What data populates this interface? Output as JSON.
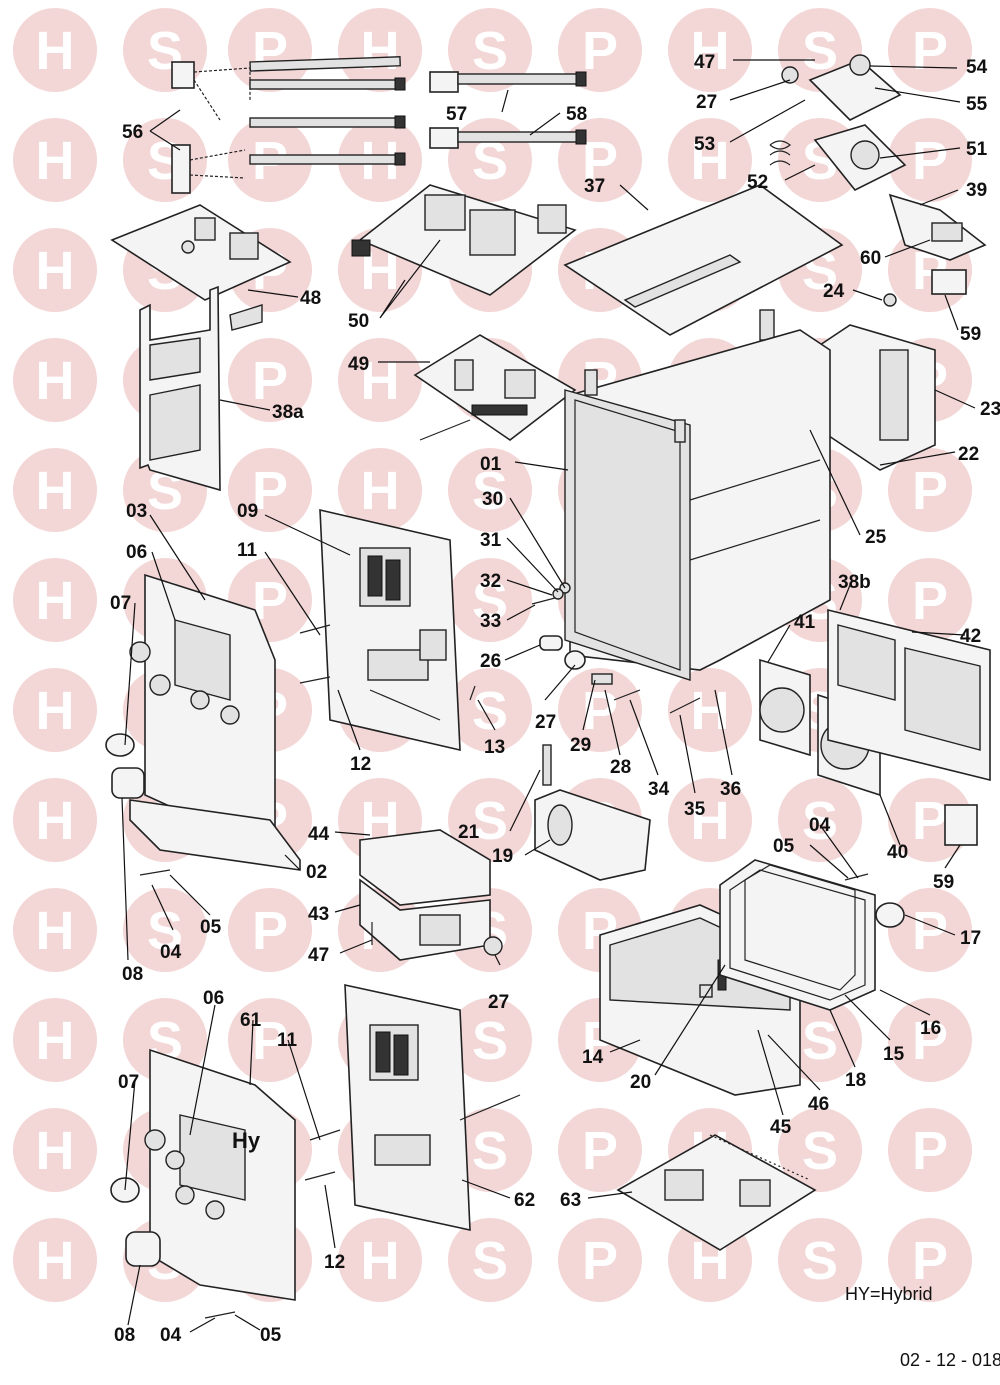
{
  "watermark": {
    "letters": [
      "H",
      "S",
      "P"
    ],
    "color": "#e9b4b4"
  },
  "callouts": [
    {
      "id": "56",
      "label": "56"
    },
    {
      "id": "57",
      "label": "57"
    },
    {
      "id": "58",
      "label": "58"
    },
    {
      "id": "47a",
      "label": "47"
    },
    {
      "id": "54",
      "label": "54"
    },
    {
      "id": "27a",
      "label": "27"
    },
    {
      "id": "55",
      "label": "55"
    },
    {
      "id": "53",
      "label": "53"
    },
    {
      "id": "51",
      "label": "51"
    },
    {
      "id": "37",
      "label": "37"
    },
    {
      "id": "52",
      "label": "52"
    },
    {
      "id": "39",
      "label": "39"
    },
    {
      "id": "48",
      "label": "48"
    },
    {
      "id": "60",
      "label": "60"
    },
    {
      "id": "50",
      "label": "50"
    },
    {
      "id": "24",
      "label": "24"
    },
    {
      "id": "59a",
      "label": "59"
    },
    {
      "id": "49",
      "label": "49"
    },
    {
      "id": "38a",
      "label": "38a"
    },
    {
      "id": "23",
      "label": "23"
    },
    {
      "id": "01",
      "label": "01"
    },
    {
      "id": "22",
      "label": "22"
    },
    {
      "id": "03",
      "label": "03"
    },
    {
      "id": "09",
      "label": "09"
    },
    {
      "id": "30",
      "label": "30"
    },
    {
      "id": "25",
      "label": "25"
    },
    {
      "id": "11a",
      "label": "11"
    },
    {
      "id": "31",
      "label": "31"
    },
    {
      "id": "06a",
      "label": "06"
    },
    {
      "id": "38b",
      "label": "38b"
    },
    {
      "id": "07a",
      "label": "07"
    },
    {
      "id": "32",
      "label": "32"
    },
    {
      "id": "41",
      "label": "41"
    },
    {
      "id": "33",
      "label": "33"
    },
    {
      "id": "42",
      "label": "42"
    },
    {
      "id": "26",
      "label": "26"
    },
    {
      "id": "27b",
      "label": "27"
    },
    {
      "id": "29",
      "label": "29"
    },
    {
      "id": "13",
      "label": "13"
    },
    {
      "id": "12a",
      "label": "12"
    },
    {
      "id": "28",
      "label": "28"
    },
    {
      "id": "34",
      "label": "34"
    },
    {
      "id": "36",
      "label": "36"
    },
    {
      "id": "35",
      "label": "35"
    },
    {
      "id": "21",
      "label": "21"
    },
    {
      "id": "19",
      "label": "19"
    },
    {
      "id": "44",
      "label": "44"
    },
    {
      "id": "02",
      "label": "02"
    },
    {
      "id": "40",
      "label": "40"
    },
    {
      "id": "04a",
      "label": "04"
    },
    {
      "id": "05a",
      "label": "05"
    },
    {
      "id": "59b",
      "label": "59"
    },
    {
      "id": "43",
      "label": "43"
    },
    {
      "id": "05b",
      "label": "05"
    },
    {
      "id": "04b",
      "label": "04"
    },
    {
      "id": "08a",
      "label": "08"
    },
    {
      "id": "47b",
      "label": "47"
    },
    {
      "id": "17",
      "label": "17"
    },
    {
      "id": "27c",
      "label": "27"
    },
    {
      "id": "06b",
      "label": "06"
    },
    {
      "id": "61",
      "label": "61"
    },
    {
      "id": "16",
      "label": "16"
    },
    {
      "id": "14",
      "label": "14"
    },
    {
      "id": "15",
      "label": "15"
    },
    {
      "id": "11b",
      "label": "11"
    },
    {
      "id": "18",
      "label": "18"
    },
    {
      "id": "07b",
      "label": "07"
    },
    {
      "id": "20",
      "label": "20"
    },
    {
      "id": "46",
      "label": "46"
    },
    {
      "id": "45",
      "label": "45"
    },
    {
      "id": "62",
      "label": "62"
    },
    {
      "id": "63",
      "label": "63"
    },
    {
      "id": "12b",
      "label": "12"
    },
    {
      "id": "08b",
      "label": "08"
    },
    {
      "id": "04c",
      "label": "04"
    },
    {
      "id": "05c",
      "label": "05"
    }
  ],
  "front_panel_mark": "Hy",
  "legend_note": "HY=Hybrid",
  "drawing_number": "02 - 12 - 018"
}
